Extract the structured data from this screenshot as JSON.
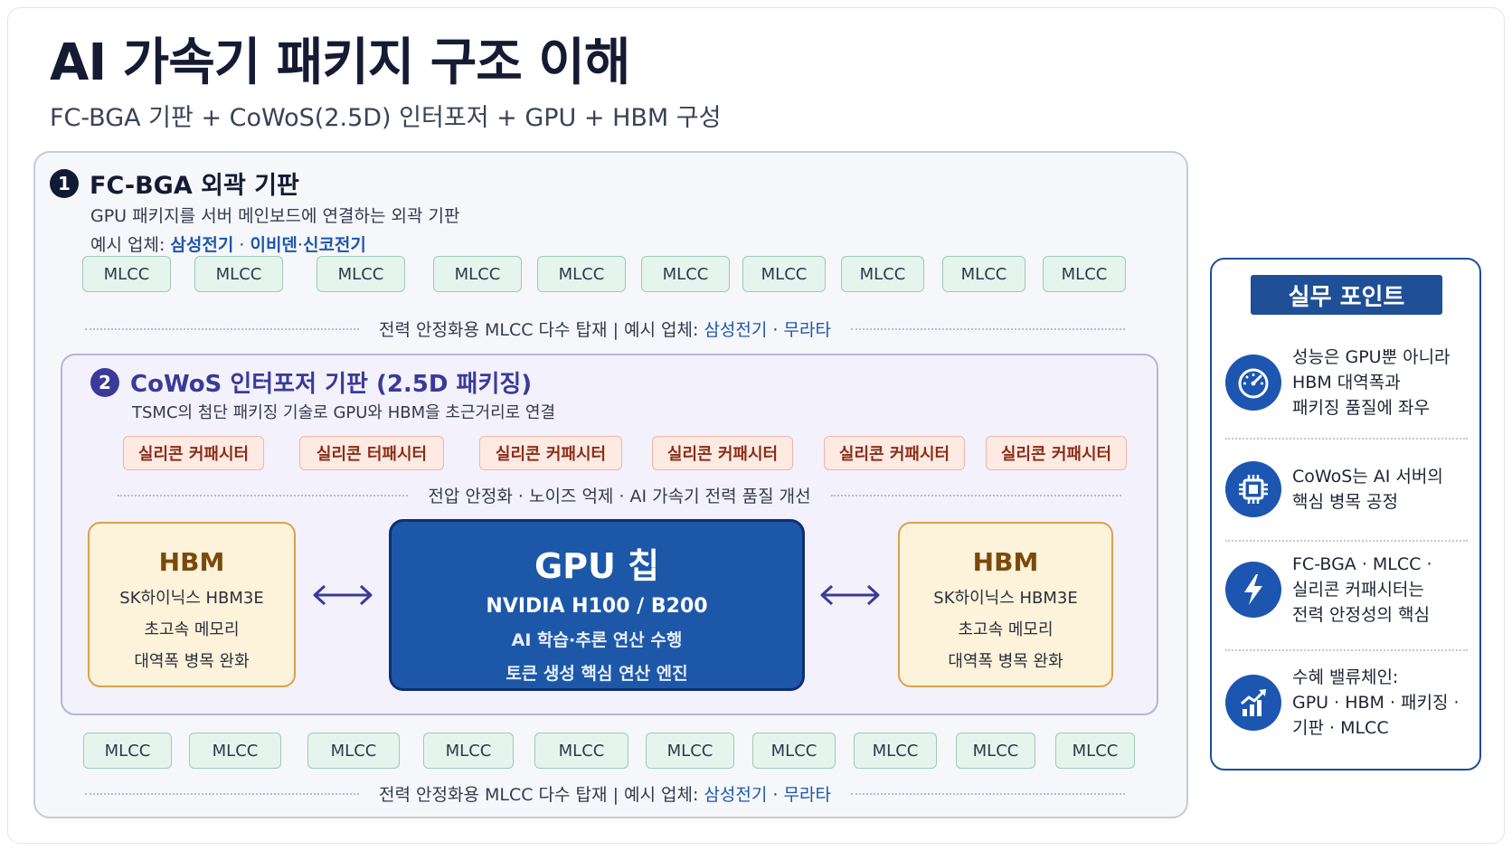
{
  "title": "AI 가속기 패키지 구조 이해",
  "subtitle": "FC-BGA 기판 + CoWoS(2.5D) 인터포저 + GPU + HBM 구성",
  "section1": {
    "number": "1",
    "title": "FC-BGA 외곽 기판",
    "description": "GPU 패키지를 서버 메인보드에 연결하는 외곽 기판",
    "vendors_label": "예시 업체:",
    "vendors": [
      "삼성전기",
      "이비덴",
      "신코전기"
    ],
    "vendor_sep1": " · ",
    "vendor_sep2": "·"
  },
  "mlcc_top": [
    "MLCC",
    "MLCC",
    "MLCC",
    "MLCC",
    "MLCC",
    "MLCC",
    "MLCC",
    "MLCC",
    "MLCC",
    "MLCC"
  ],
  "mlcc_bottom": [
    "MLCC",
    "MLCC",
    "MLCC",
    "MLCC",
    "MLCC",
    "MLCC",
    "MLCC",
    "MLCC",
    "MLCC",
    "MLCC"
  ],
  "mlcc_note": {
    "text": "전력 안정화용 MLCC 다수 탑재",
    "sep": "|",
    "vendors_label": "예시 업체:",
    "vendors": [
      "삼성전기",
      "무라타"
    ],
    "vendor_sep": " · "
  },
  "section2": {
    "number": "2",
    "title": "CoWoS 인터포저 기판 (2.5D 패키징)",
    "description": "TSMC의 첨단 패키징 기술로 GPU와 HBM을 초근거리로 연결"
  },
  "capacitors": [
    "실리콘 커패시터",
    "실리콘 터패시터",
    "실리콘 커패시터",
    "실리콘 커패시터",
    "실리콘 커패시터",
    "실리콘 커패시터"
  ],
  "capacitor_note": "전압 안정화 · 노이즈 억제 · AI 가속기 전력 품질 개선",
  "hbm_left": {
    "title": "HBM",
    "lines": [
      "SK하이닉스 HBM3E",
      "초고속 메모리",
      "대역폭 병목 완화"
    ]
  },
  "hbm_right": {
    "title": "HBM",
    "lines": [
      "SK하이닉스 HBM3E",
      "초고속 메모리",
      "대역폭 병목 완화"
    ]
  },
  "gpu": {
    "title": "GPU 칩",
    "model": "NVIDIA H100 / B200",
    "lines": [
      "AI 학습·추론 연산 수행",
      "토큰 생성 핵심 연산 엔진"
    ]
  },
  "side": {
    "title": "실무 포인트",
    "tips": [
      {
        "icon": "speedometer-icon",
        "lines": [
          "성능은 GPU뿐 아니라",
          "HBM 대역폭과",
          "패키징 품질에 좌우"
        ]
      },
      {
        "icon": "chip-icon",
        "lines": [
          "CoWoS는 AI 서버의",
          "핵심 병목 공정"
        ]
      },
      {
        "icon": "lightning-icon",
        "lines": [
          "FC-BGA · MLCC ·",
          "실리콘 커패시터는",
          "전력 안정성의 핵심"
        ]
      },
      {
        "icon": "bar-chart-growth-icon",
        "lines": [
          "수혜 밸류체인:",
          "GPU · HBM · 패키징 ·",
          "기판 · MLCC"
        ]
      }
    ]
  },
  "colors": {
    "title": "#141b33",
    "vendor_blue": "#1d56b0",
    "mlcc_fill": "#e6f4ee",
    "cap_fill": "#fdeae3",
    "hbm_fill": "#fdf2da",
    "gpu_fill": "#1d58a8",
    "cowos_accent": "#3b3a98",
    "side_accent": "#1f4f96"
  }
}
